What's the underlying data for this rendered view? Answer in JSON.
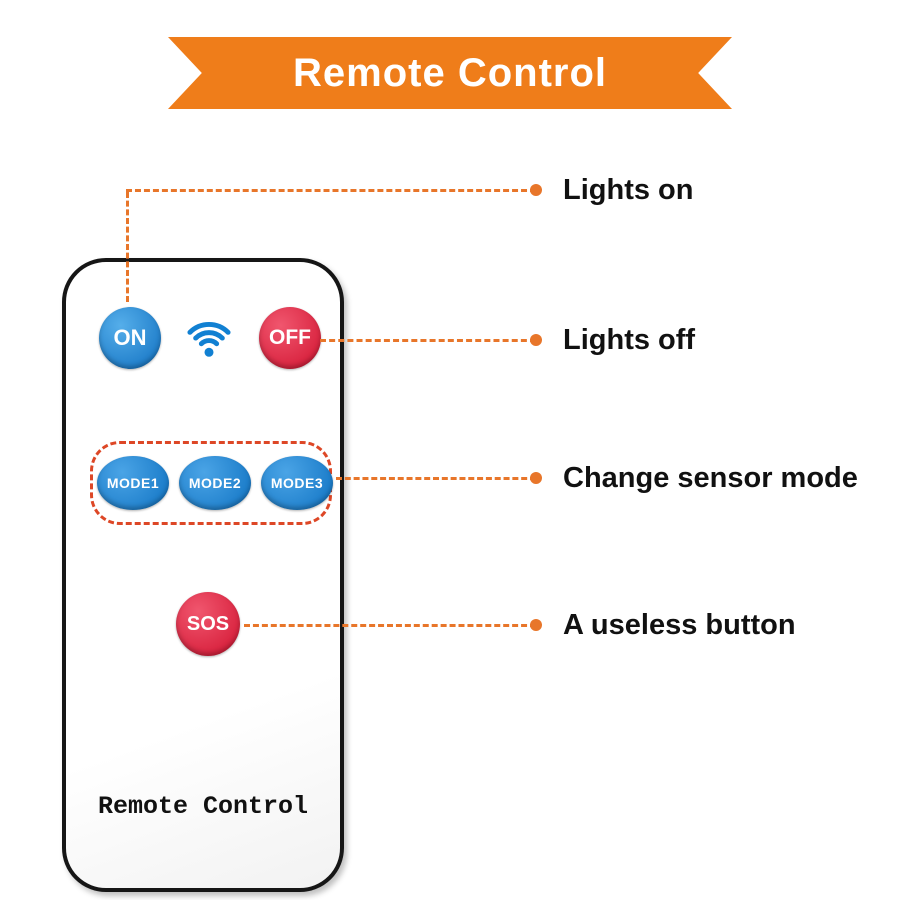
{
  "banner": {
    "title": "Remote Control"
  },
  "remote": {
    "on_label": "ON",
    "off_label": "OFF",
    "modes": [
      "MODE1",
      "MODE2",
      "MODE3"
    ],
    "sos_label": "SOS",
    "brand_label": "Remote Control"
  },
  "annotations": [
    {
      "label": "Lights on"
    },
    {
      "label": "Lights off"
    },
    {
      "label": "Change sensor mode"
    },
    {
      "label": "A useless button"
    }
  ],
  "icons": {
    "wifi": "wifi-signal-icon"
  },
  "colors": {
    "banner_orange": "#ef7d1a",
    "leader_orange": "#e8762a",
    "button_blue": "#0f6fc0",
    "button_red": "#d1122f",
    "mode_box_red": "#dd4726",
    "text_black": "#111111"
  }
}
